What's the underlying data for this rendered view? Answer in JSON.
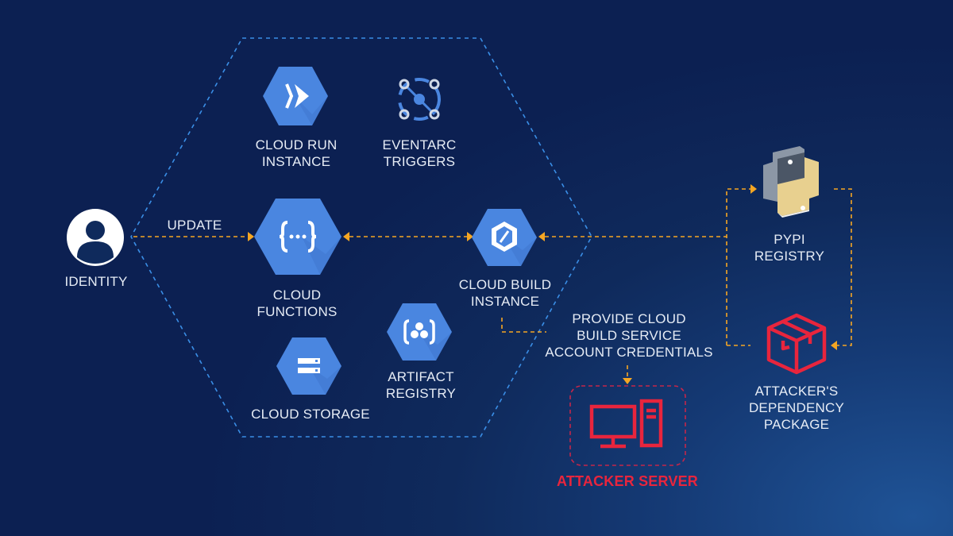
{
  "colors": {
    "background": "#0f2a5c",
    "hex_blue": "#4a86e0",
    "hex_boundary": "#3a8ee6",
    "connector": "#f5a623",
    "attacker_red": "#e8253d",
    "label_text": "#e6ecf5"
  },
  "nodes": {
    "identity": {
      "icon": "user-icon",
      "lines": [
        "IDENTITY"
      ]
    },
    "cloud_run": {
      "icon": "cloud-run-icon",
      "lines": [
        "CLOUD RUN",
        "INSTANCE"
      ]
    },
    "eventarc": {
      "icon": "eventarc-icon",
      "lines": [
        "EVENTARC",
        "TRIGGERS"
      ]
    },
    "cloud_functions": {
      "icon": "cloud-functions-icon",
      "lines": [
        "CLOUD",
        "FUNCTIONS"
      ]
    },
    "cloud_build": {
      "icon": "cloud-build-icon",
      "lines": [
        "CLOUD BUILD",
        "INSTANCE"
      ]
    },
    "artifact_registry": {
      "icon": "artifact-registry-icon",
      "lines": [
        "ARTIFACT",
        "REGISTRY"
      ]
    },
    "cloud_storage": {
      "icon": "cloud-storage-icon",
      "lines": [
        "CLOUD STORAGE"
      ]
    },
    "pypi": {
      "icon": "python-icon",
      "lines": [
        "PYPI",
        "REGISTRY"
      ]
    },
    "attacker_package": {
      "icon": "package-box-icon",
      "lines": [
        "ATTACKER'S",
        "DEPENDENCY",
        "PACKAGE"
      ]
    },
    "attacker_server": {
      "icon": "computer-server-icon",
      "lines": [
        "ATTACKER SERVER"
      ]
    }
  },
  "edges": {
    "update_label": "UPDATE",
    "credentials_label": [
      "PROVIDE CLOUD",
      "BUILD SERVICE",
      "ACCOUNT CREDENTIALS"
    ]
  }
}
